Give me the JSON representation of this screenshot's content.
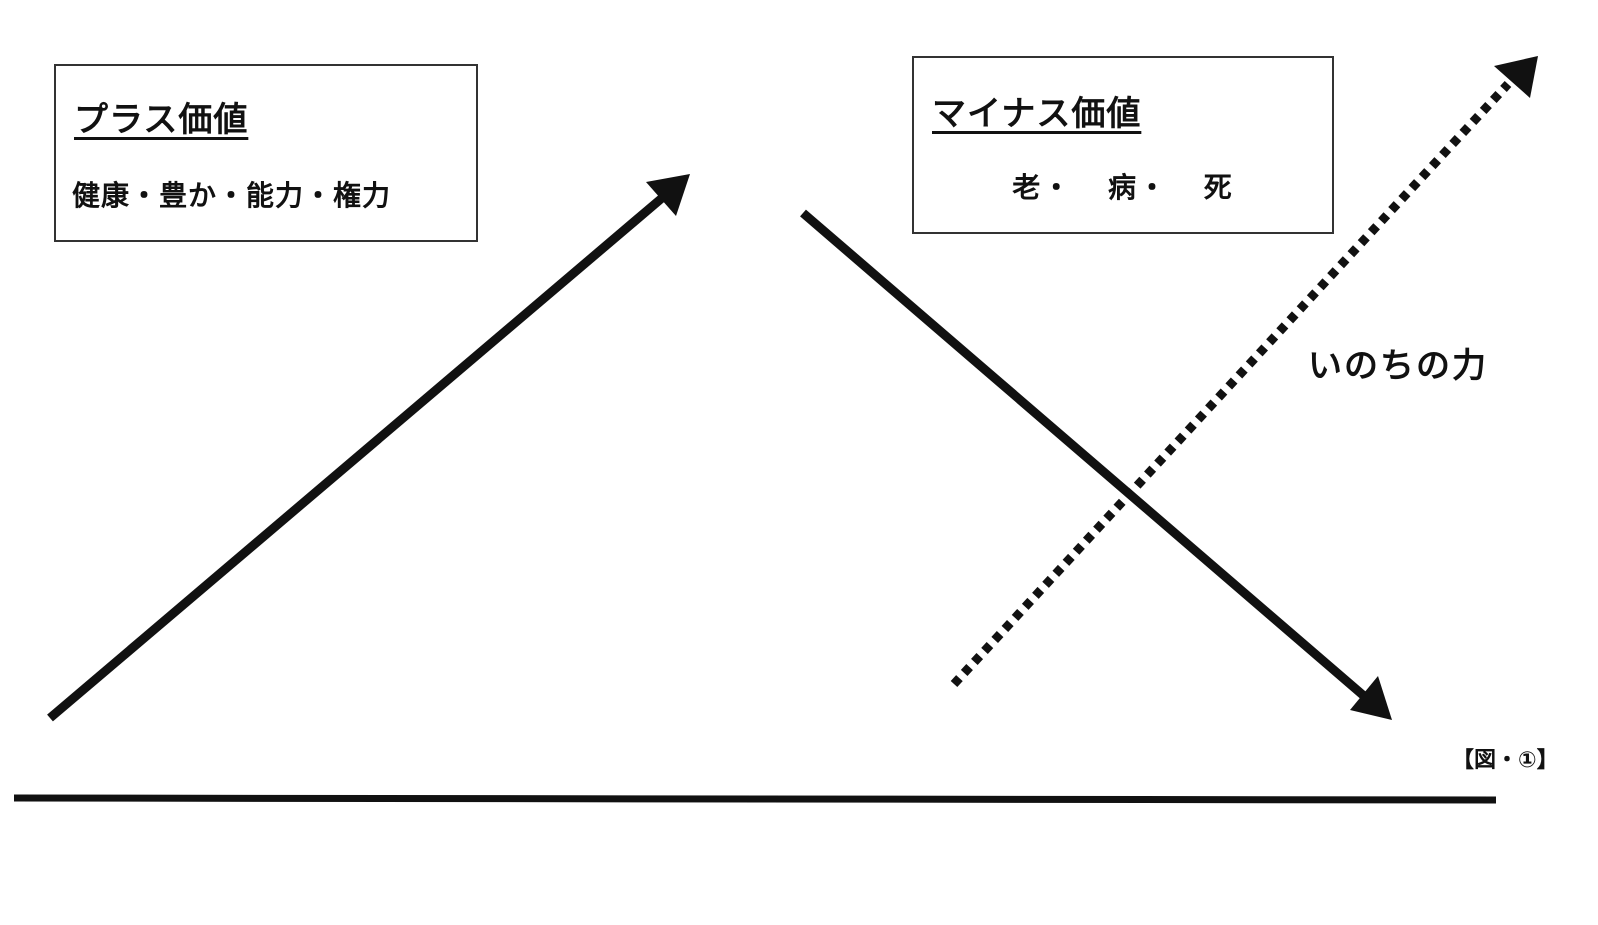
{
  "plus_box": {
    "title": "プラス価値",
    "items": "健康・豊か・能力・権力"
  },
  "minus_box": {
    "title": "マイナス価値",
    "items": "老・ 病・ 死"
  },
  "life_force_label": "いのちの力",
  "figure_label": "【図・①】",
  "colors": {
    "ink": "#111111",
    "box_border": "#333333",
    "background": "#ffffff"
  }
}
